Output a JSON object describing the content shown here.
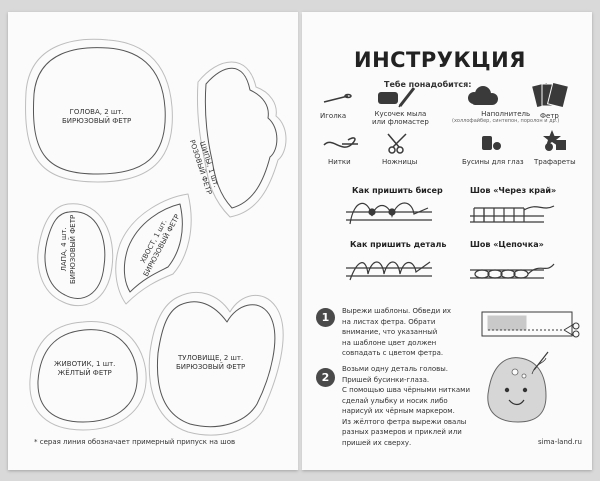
{
  "left_page": {
    "pieces": {
      "head": [
        "ГОЛОВА, 2 шт.",
        "БИРЮЗОВЫЙ ФЕТР"
      ],
      "crest": [
        "ШИПЫ, 1 шт.",
        "РОЗОВЫЙ ФЕТР"
      ],
      "paw": [
        "ЛАПА, 4 шт.",
        "БИРЮЗОВЫЙ ФЕТР"
      ],
      "tail": [
        "ХВОСТ, 1 шт.",
        "БИРЮЗОВЫЙ ФЕТР"
      ],
      "belly": [
        "ЖИВОТИК, 1 шт.",
        "ЖЁЛТЫЙ ФЕТР"
      ],
      "body": [
        "ТУЛОВИЩЕ, 2 шт.",
        "БИРЮЗОВЫЙ ФЕТР"
      ]
    },
    "footnote": "* серая линия обозначает примерный припуск на шов"
  },
  "right_page": {
    "title": "ИНСТРУКЦИЯ",
    "need_title": "Тебе понадобится:",
    "tools": {
      "needle": "Иголка",
      "soap": [
        "Кусочек мыла",
        "или фломастер"
      ],
      "filler": "Наполнитель",
      "filler_note": "(холлофайбер, синтепон, поролон и др.)",
      "felt": "Фетр",
      "thread": "Нитки",
      "scissors": "Ножницы",
      "beads": "Бусины для глаз",
      "stencils": "Трафареты"
    },
    "stitches": {
      "bead": "Как пришить бисер",
      "edge": "Шов «Через край»",
      "detail": "Как пришить деталь",
      "chain": "Шов «Цепочка»"
    },
    "steps": [
      {
        "num": "1",
        "lines": [
          "Вырежи шаблоны. Обведи их",
          "на листах фетра. Обрати",
          "внимание, что указанный",
          "на шаблоне цвет должен",
          "совпадать с цветом фетра."
        ]
      },
      {
        "num": "2",
        "lines": [
          "Возьми одну деталь головы.",
          "Пришей бусинки-глаза.",
          "С помощью шва чёрными нитками",
          "сделай улыбку и носик либо",
          "нарисуй их чёрным маркером.",
          "Из жёлтого фетра вырежи овалы",
          "разных размеров и приклей или",
          "пришей их сверху."
        ]
      }
    ],
    "site": "sima-land.ru"
  },
  "colors": {
    "page": "#fbfbfb",
    "line": "#555555",
    "allowance": "#bdbdbd",
    "icon": "#3a3a3a"
  }
}
